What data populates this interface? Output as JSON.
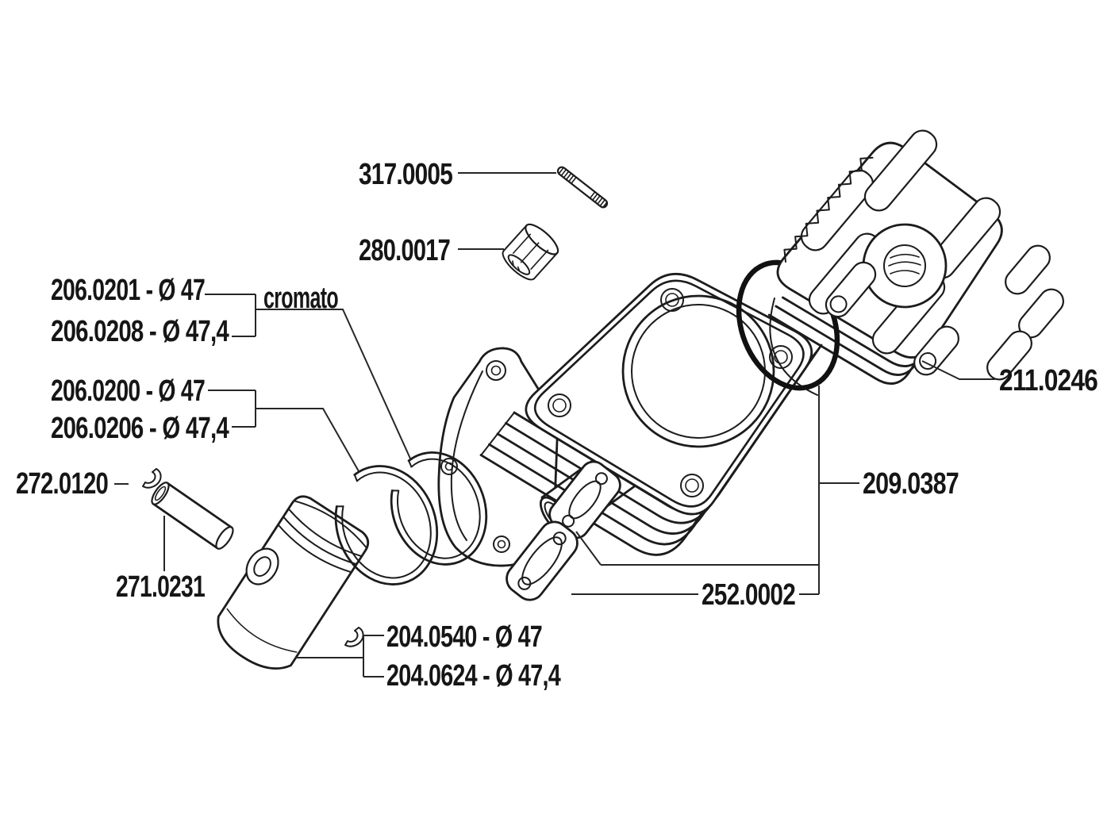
{
  "colors": {
    "ink": "#1c1c1c",
    "paper": "#ffffff"
  },
  "labels": {
    "stud": "317.0005",
    "bearing": "280.0017",
    "ring_chrome_47": "206.0201 - Ø 47",
    "ring_chrome_474": "206.0208 - Ø 47,4",
    "chrome_note": "cromato",
    "ring_47": "206.0200 - Ø 47",
    "ring_474": "206.0206 - Ø 47,4",
    "circlip": "272.0120",
    "piston_pin": "271.0231",
    "piston_47": "204.0540 - Ø 47",
    "piston_474": "204.0624 - Ø 47,4",
    "cylinder_head": "211.0246",
    "o_ring": "209.0387",
    "gasket": "252.0002"
  }
}
